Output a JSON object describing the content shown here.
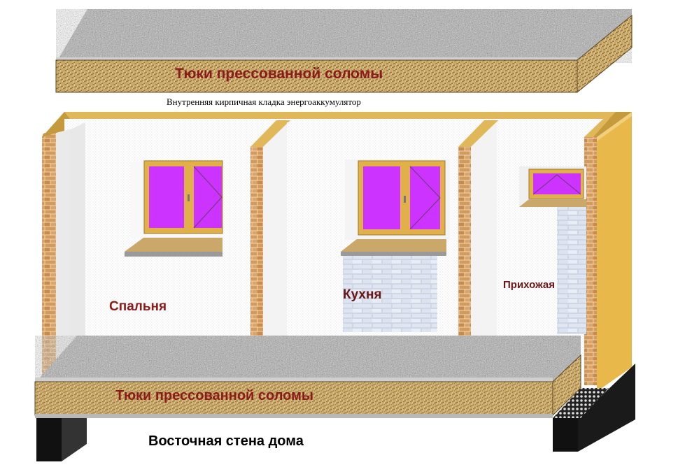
{
  "labels": {
    "roof": "Тюки прессованной соломы",
    "inner_wall": "Внутренняя кирпичная кладка энергоаккумулятор",
    "bedroom": "Спальня",
    "kitchen": "Кухня",
    "hallway": "Прихожая",
    "floor": "Тюки прессованной соломы",
    "east_wall": "Восточная стена дома"
  },
  "colors": {
    "straw": "#c9a86a",
    "straw_dark": "#8b6a2e",
    "gravel": "#b4b4b4",
    "brick": "#d9a56a",
    "window_glass": "#cc33ff",
    "window_frame": "#e2b04a",
    "tile": "#dde5f0",
    "foundation": "#111111",
    "side_wood": "#e8b84a"
  }
}
